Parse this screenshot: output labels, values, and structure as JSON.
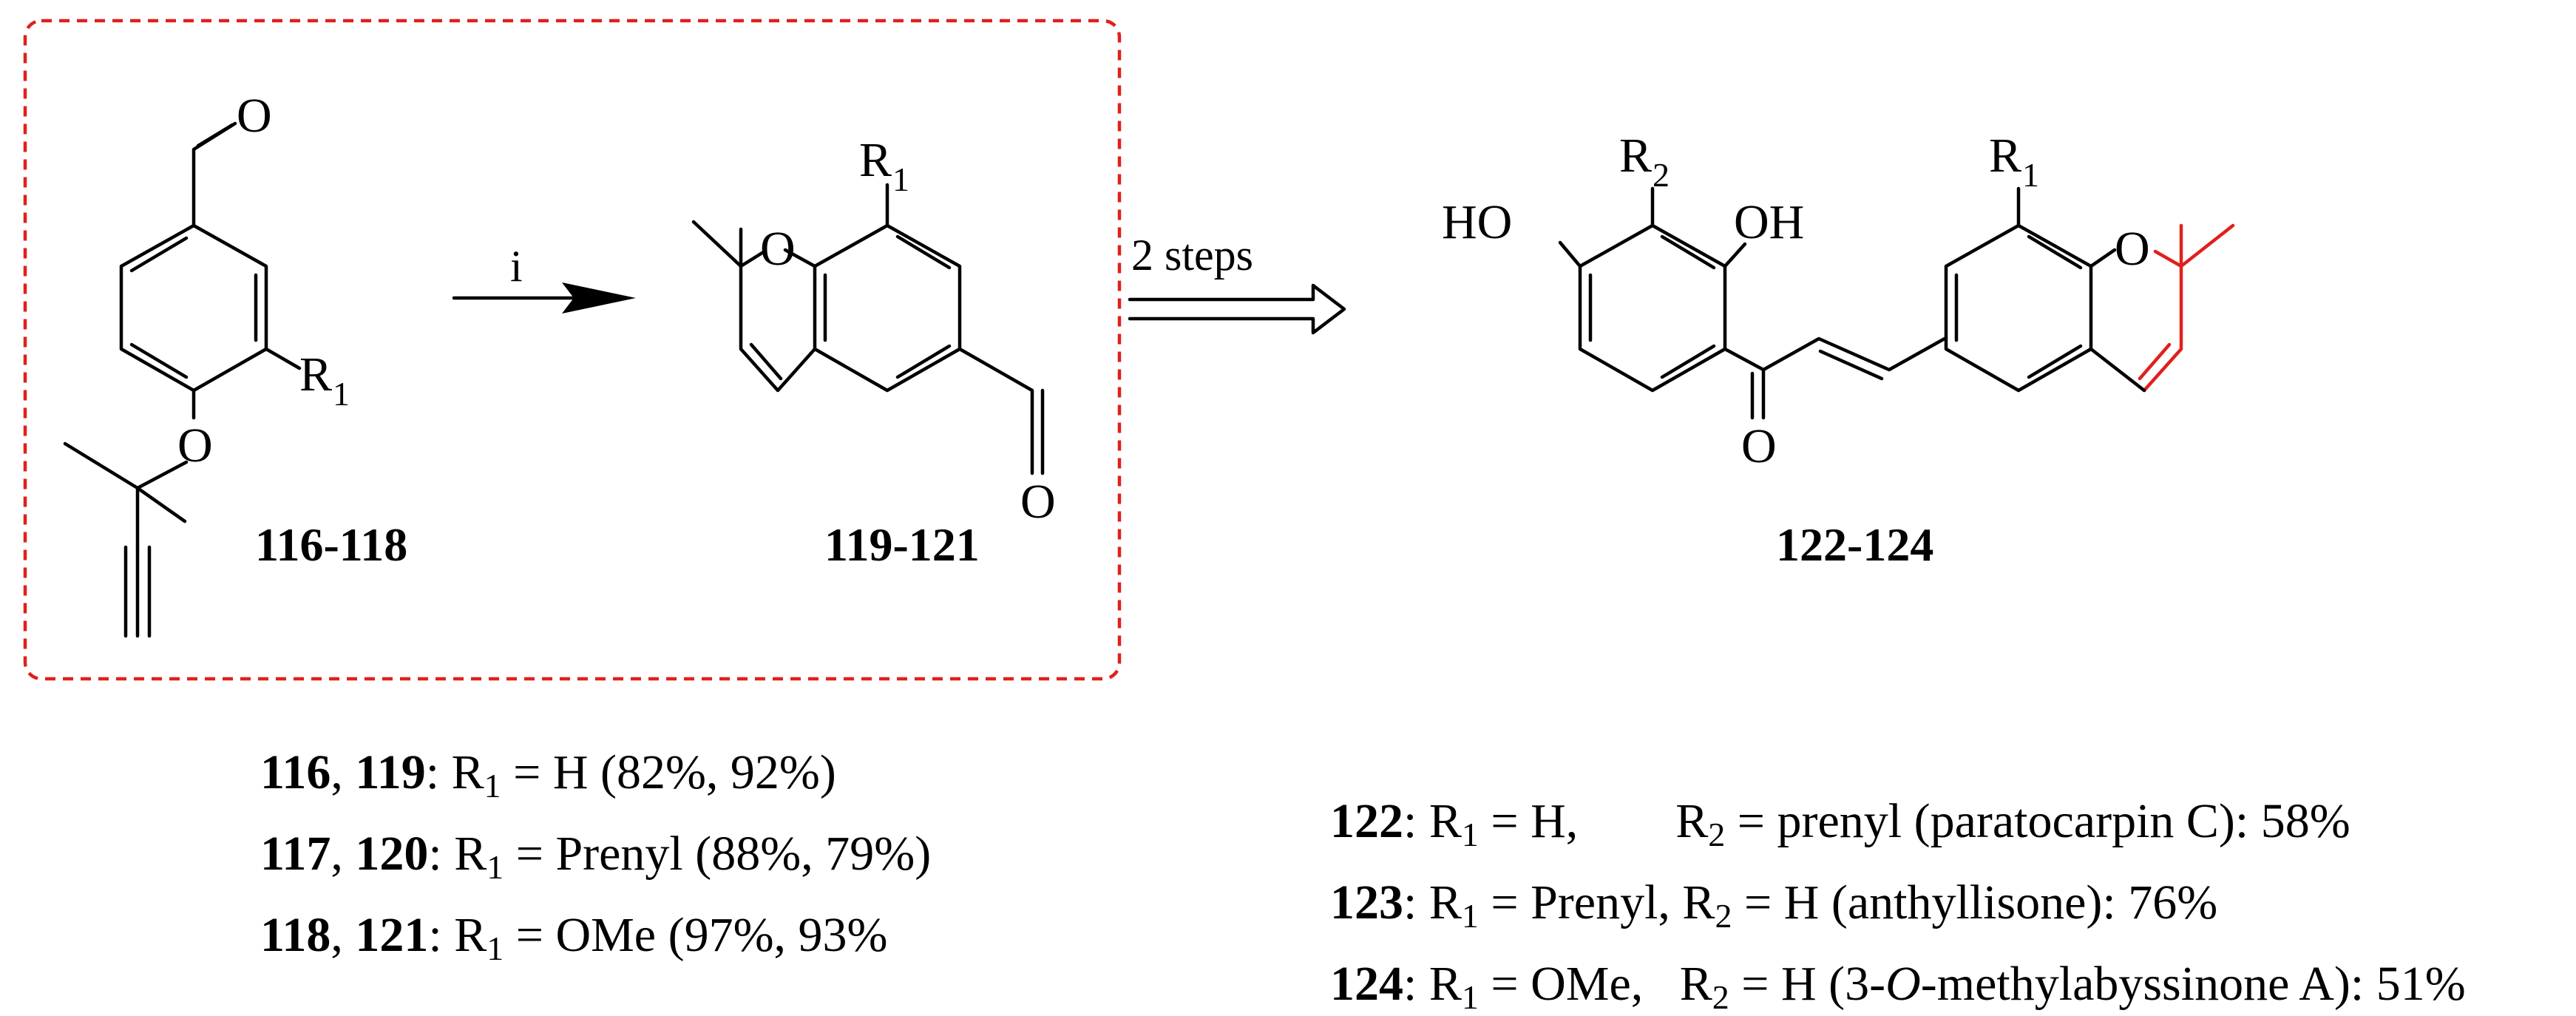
{
  "reaction": {
    "reagent_i": "i",
    "reagent_2steps": "2 steps"
  },
  "compounds": {
    "start_label": "116-118",
    "intermediate_label": "119-121",
    "product_label": "122-124"
  },
  "atoms": {
    "O": "O",
    "R": "R",
    "sub1": "1",
    "sub2": "2",
    "HO": "HO",
    "OH": "OH"
  },
  "colors": {
    "highlight": "#e0201c",
    "box": "#e0201c"
  },
  "legend_left": [
    {
      "ids": "116",
      "sep": ", ",
      "ids2": "119",
      "r": "R",
      "sub": "1",
      "text": " = H (82%, 92%)"
    },
    {
      "ids": "117",
      "sep": ", ",
      "ids2": "120",
      "r": "R",
      "sub": "1",
      "text": " = Prenyl (88%, 79%)"
    },
    {
      "ids": "118",
      "sep": ", ",
      "ids2": "121",
      "r": "R",
      "sub": "1",
      "text": " = OMe (97%, 93%"
    }
  ],
  "legend_right": [
    {
      "id": "122",
      "r1": "R",
      "s1": "1",
      "mid": " = H,",
      "gap": "        ",
      "r2": "R",
      "s2": "2",
      "text_a": " = prenyl (paratocarpin C): 58%",
      "italic": "",
      "text_b": ""
    },
    {
      "id": "123",
      "r1": "R",
      "s1": "1",
      "mid": " = Prenyl, ",
      "gap": "",
      "r2": "R",
      "s2": "2",
      "text_a": " = H (anthyllisone): 76%",
      "italic": "",
      "text_b": ""
    },
    {
      "id": "124",
      "r1": "R",
      "s1": "1",
      "mid": " = OMe,",
      "gap": "   ",
      "r2": "R",
      "s2": "2",
      "text_a": " = H (3-",
      "italic": "O",
      "text_b": "-methylabyssinone A): 51%"
    }
  ]
}
